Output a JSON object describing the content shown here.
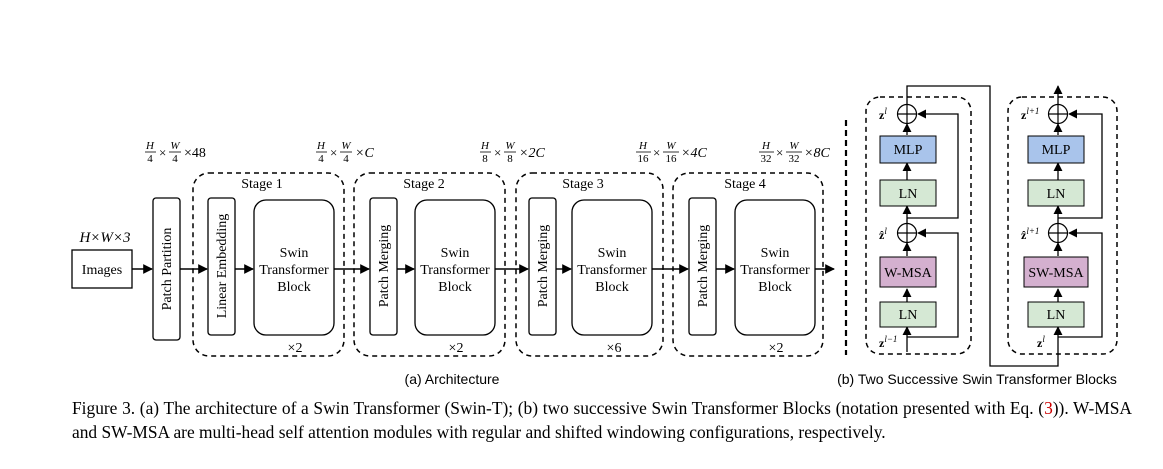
{
  "left_panel": {
    "input_dims": "H×W×3",
    "input_label": "Images",
    "patch_partition": "Patch Partition",
    "linear_embedding": "Linear Embedding",
    "patch_merging": "Patch Merging",
    "swin_block": [
      "Swin",
      "Transformer",
      "Block"
    ],
    "dims": [
      {
        "h": "H",
        "h_den": "4",
        "w": "W",
        "w_den": "4",
        "c": "×48"
      },
      {
        "h": "H",
        "h_den": "4",
        "w": "W",
        "w_den": "4",
        "c": "×C"
      },
      {
        "h": "H",
        "h_den": "8",
        "w": "W",
        "w_den": "8",
        "c": "×2C"
      },
      {
        "h": "H",
        "h_den": "16",
        "w": "W",
        "w_den": "16",
        "c": "×4C"
      },
      {
        "h": "H",
        "h_den": "32",
        "w": "W",
        "w_den": "32",
        "c": "×8C"
      }
    ],
    "stages": [
      {
        "label": "Stage 1",
        "repeat": "×2"
      },
      {
        "label": "Stage 2",
        "repeat": "×2"
      },
      {
        "label": "Stage 3",
        "repeat": "×6"
      },
      {
        "label": "Stage 4",
        "repeat": "×2"
      }
    ],
    "subcaption": "(a) Architecture"
  },
  "right_panel": {
    "mlp": "MLP",
    "ln": "LN",
    "wmsa": "W-MSA",
    "swmsa": "SW-MSA",
    "colors": {
      "mlp": "#a9c4eb",
      "ln": "#d5e8d4",
      "msa": "#d4b0cf"
    },
    "block1_vars": {
      "out_base": "z",
      "out_sup": "l",
      "mid_base": "ẑ",
      "mid_sup": "l",
      "in_base": "z",
      "in_sup": "l−1"
    },
    "block2_vars": {
      "out_base": "z",
      "out_sup": "l+1",
      "mid_base": "ẑ",
      "mid_sup": "l+1",
      "in_base": "z",
      "in_sup": "l"
    },
    "subcaption": "(b) Two Successive Swin Transformer Blocks"
  },
  "caption": {
    "part1": "Figure 3. (a) The architecture of a Swin Transformer (Swin-T); (b) two successive Swin Transformer Blocks (notation presented with Eq. (",
    "ref": "3",
    "part2": ")). W-MSA and SW-MSA are multi-head self attention modules with regular and shifted windowing configurations, respectively."
  }
}
